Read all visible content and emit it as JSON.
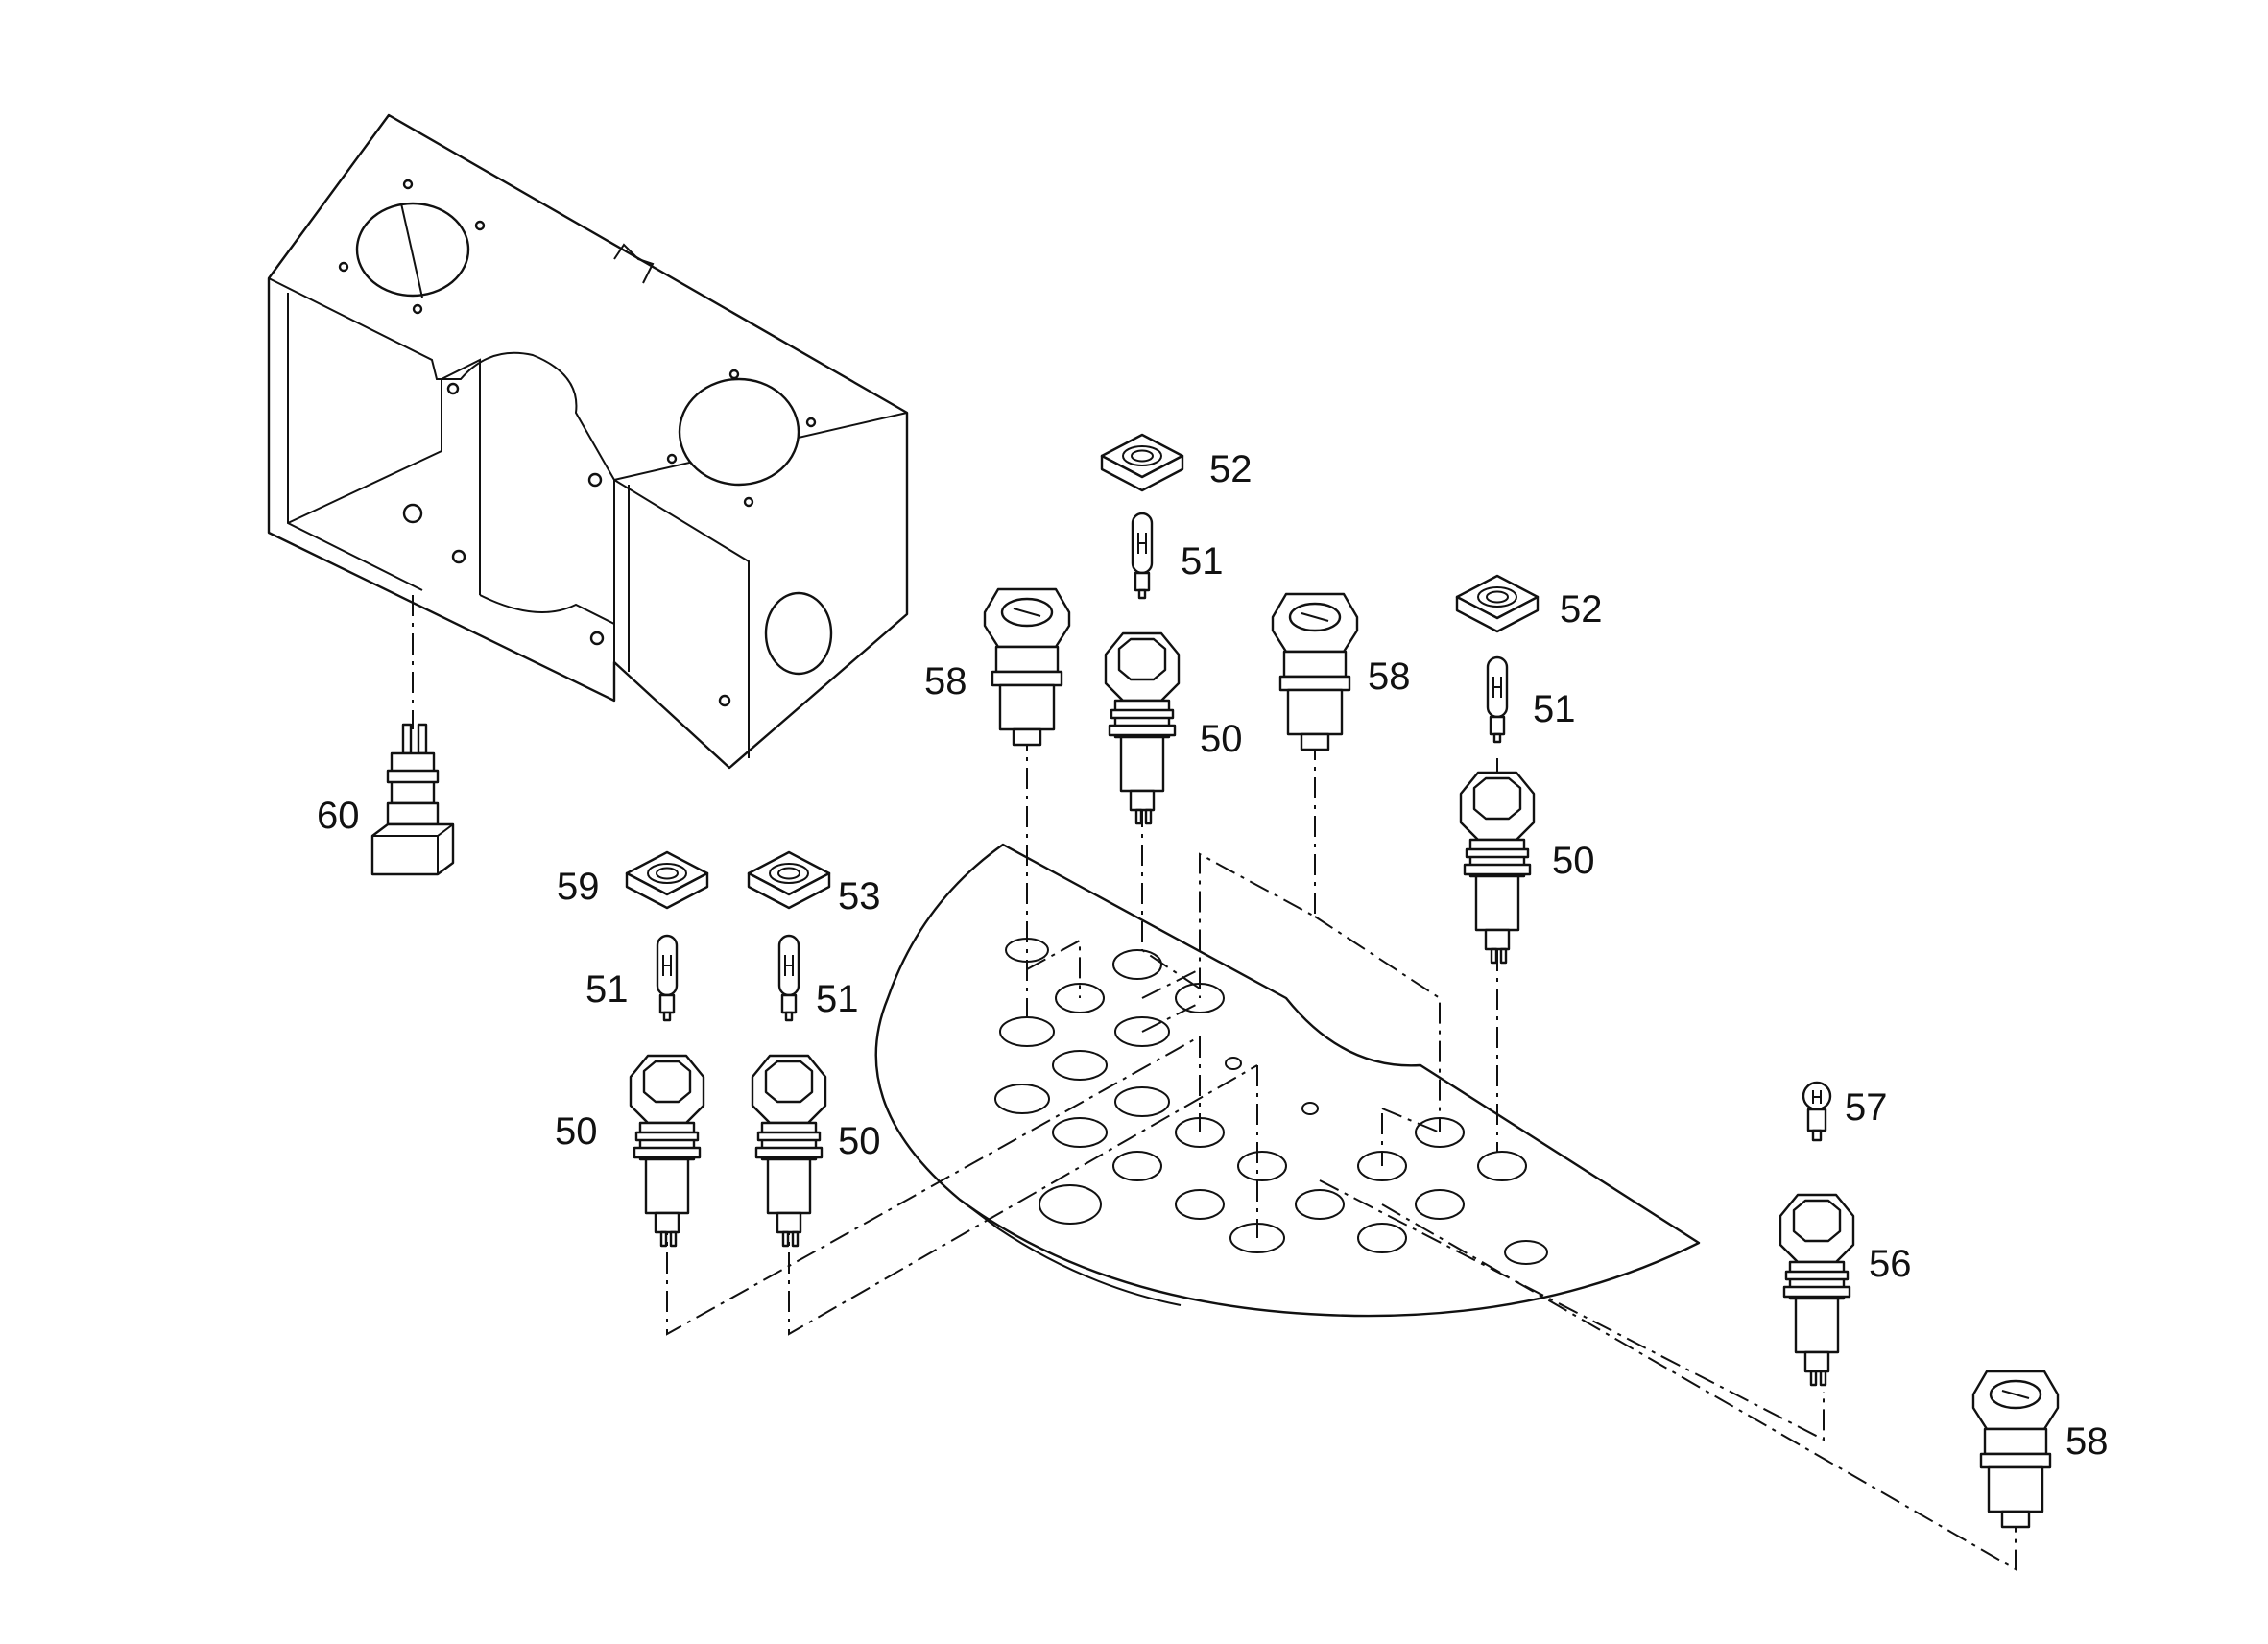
{
  "diagram": {
    "type": "exploded-parts-view",
    "callouts": [
      {
        "id": "c52a",
        "text": "52"
      },
      {
        "id": "c51a",
        "text": "51"
      },
      {
        "id": "c58a",
        "text": "58"
      },
      {
        "id": "c50a",
        "text": "50"
      },
      {
        "id": "c58b",
        "text": "58"
      },
      {
        "id": "c52b",
        "text": "52"
      },
      {
        "id": "c51b",
        "text": "51"
      },
      {
        "id": "c50b",
        "text": "50"
      },
      {
        "id": "c60",
        "text": "60"
      },
      {
        "id": "c59",
        "text": "59"
      },
      {
        "id": "c53",
        "text": "53"
      },
      {
        "id": "c51c",
        "text": "51"
      },
      {
        "id": "c51d",
        "text": "51"
      },
      {
        "id": "c50c",
        "text": "50"
      },
      {
        "id": "c50d",
        "text": "50"
      },
      {
        "id": "c57",
        "text": "57"
      },
      {
        "id": "c56",
        "text": "56"
      },
      {
        "id": "c58c",
        "text": "58"
      }
    ]
  }
}
